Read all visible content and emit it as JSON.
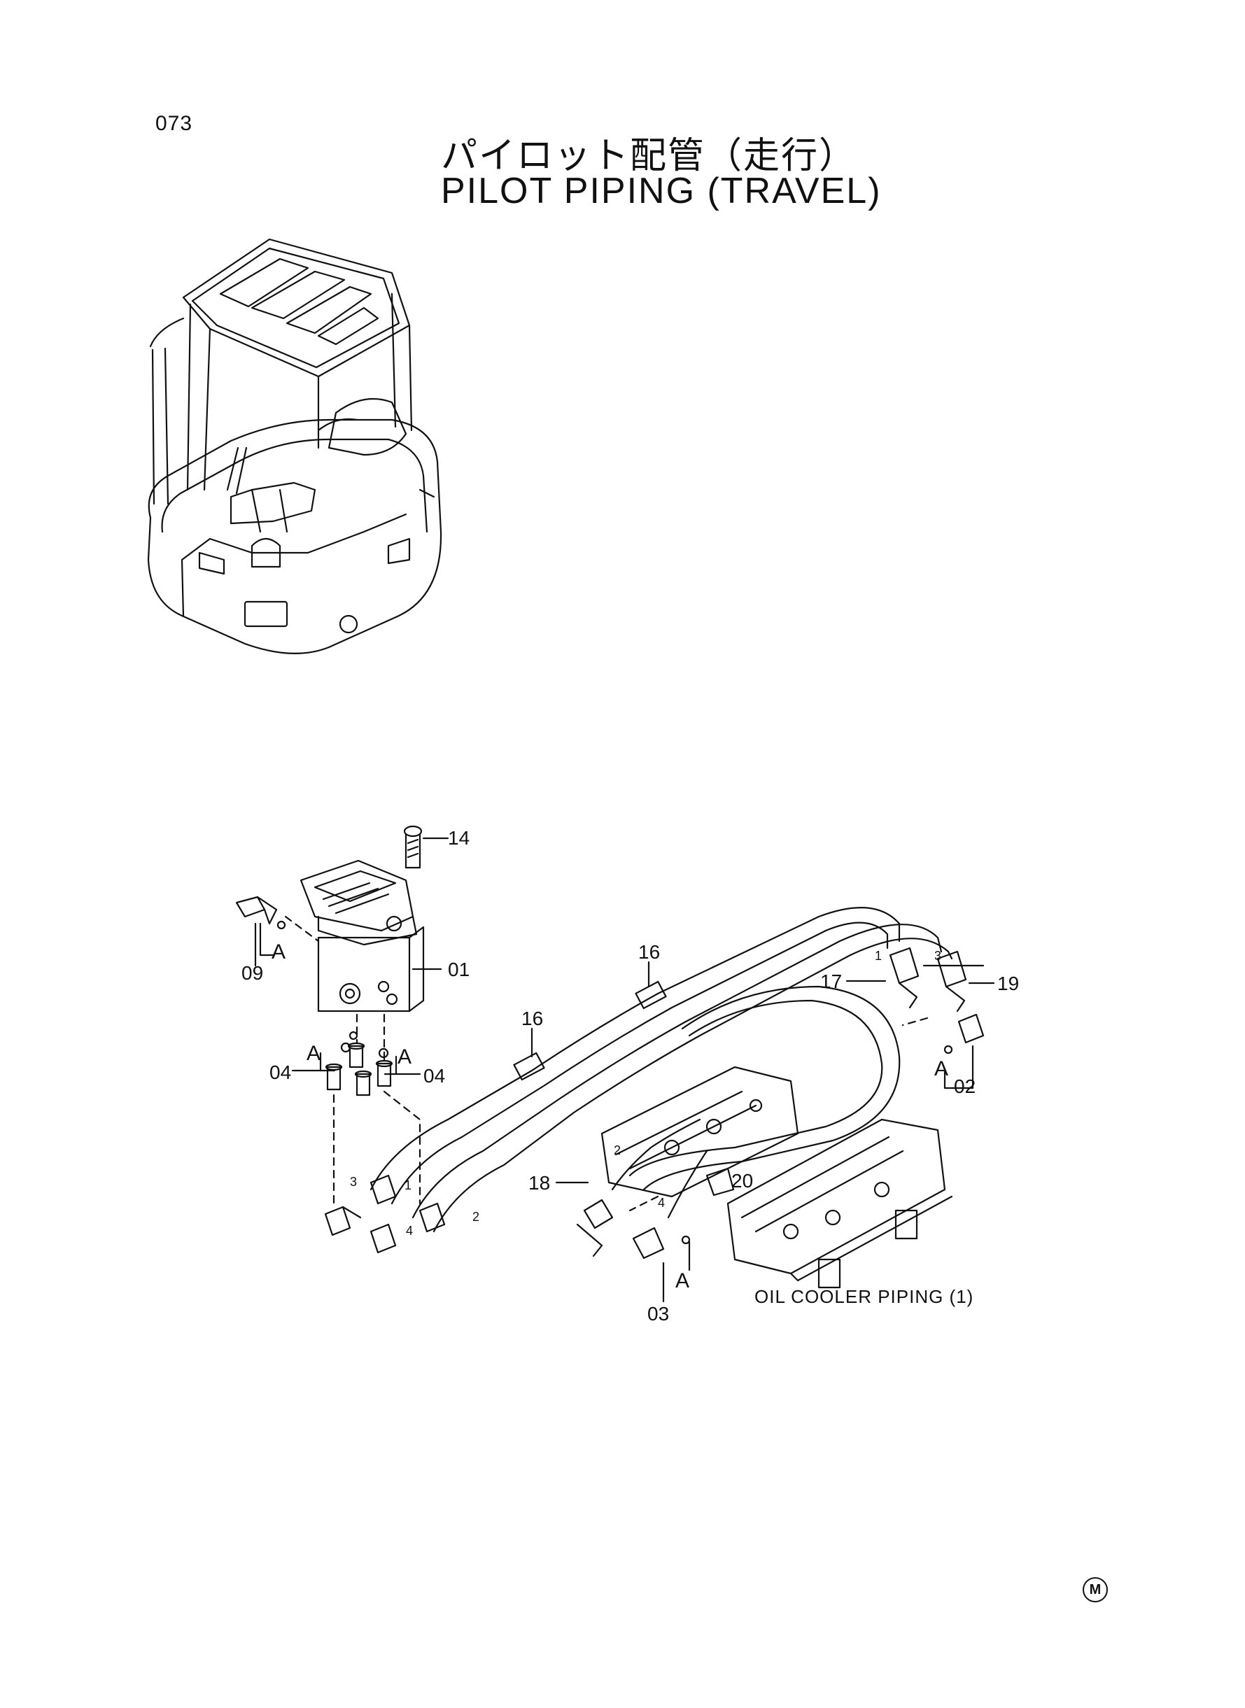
{
  "page": {
    "number": "073",
    "title_jp": "パイロット配管（走行）",
    "title_en": "PILOT PIPING (TRAVEL)"
  },
  "callouts": {
    "c01": "01",
    "c02": "02",
    "c03": "03",
    "c04a": "04",
    "c04b": "04",
    "c09": "09",
    "c14": "14",
    "c16a": "16",
    "c16b": "16",
    "c17": "17",
    "c18": "18",
    "c19": "19",
    "c20": "20"
  },
  "port_marks": {
    "p1a": "1",
    "p2a": "2",
    "p3a": "3",
    "p4a": "4",
    "p1b": "1",
    "p2b": "2",
    "p3b": "3",
    "p4b": "4"
  },
  "section_marks": {
    "a1": "A",
    "a2": "A",
    "a3": "A",
    "a4": "A",
    "a5": "A"
  },
  "reference_note": "OIL COOLER PIPING (1)",
  "corner_mark": "M"
}
